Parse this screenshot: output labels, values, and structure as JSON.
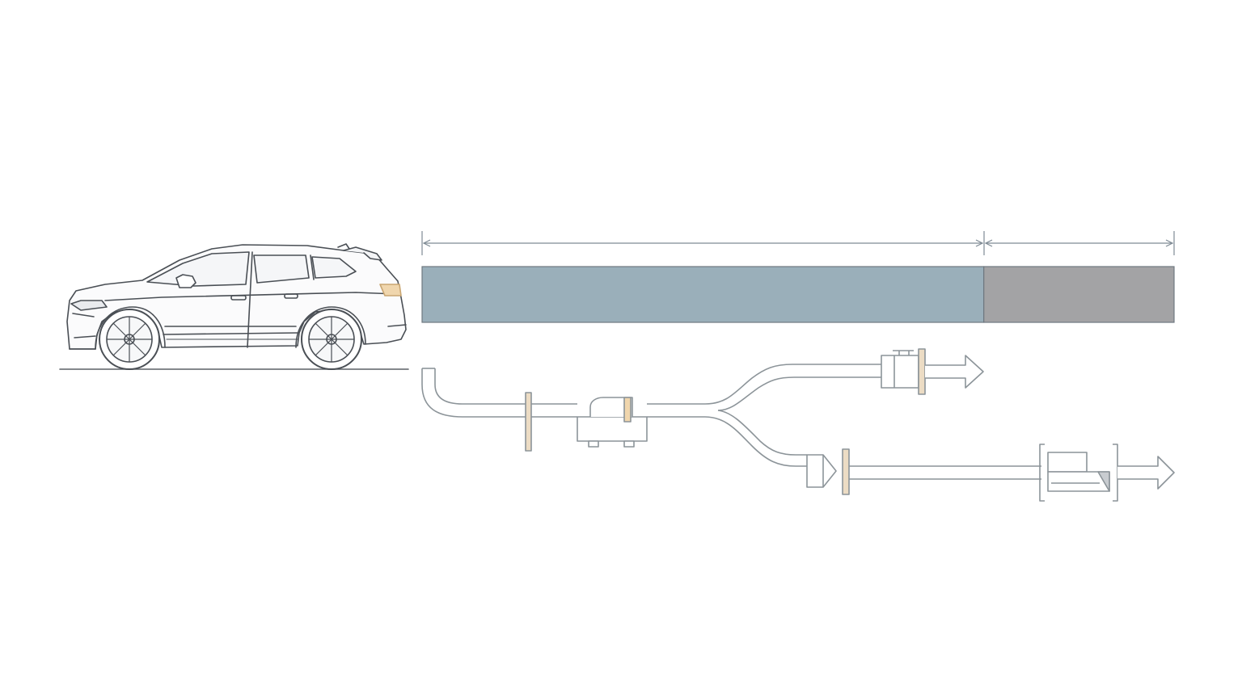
{
  "diagram": {
    "type": "vehicle-and-flow-diagram",
    "text_labels": [],
    "proportion_bar": {
      "segments": [
        {
          "share": 0.747,
          "color": "#9aafba"
        },
        {
          "share": 0.253,
          "color": "#a3a3a5"
        }
      ],
      "dimension_lines": 2
    },
    "colors": {
      "line": "#8c9499",
      "car_outline": "#4a4f55",
      "gasket": "#ecdcc4",
      "gasket_accent": "#f0d6ad",
      "dimension": "#7e8a94",
      "ground": "#5b6066"
    },
    "flow": {
      "branches": [
        "upper-outlet",
        "lower-outlet"
      ],
      "icons": [
        "car-side-icon",
        "flange-icon",
        "valve-body-icon",
        "cap-fitting-icon",
        "nozzle-fitting-icon",
        "filter-box-icon",
        "outlet-arrow-icon"
      ]
    }
  }
}
